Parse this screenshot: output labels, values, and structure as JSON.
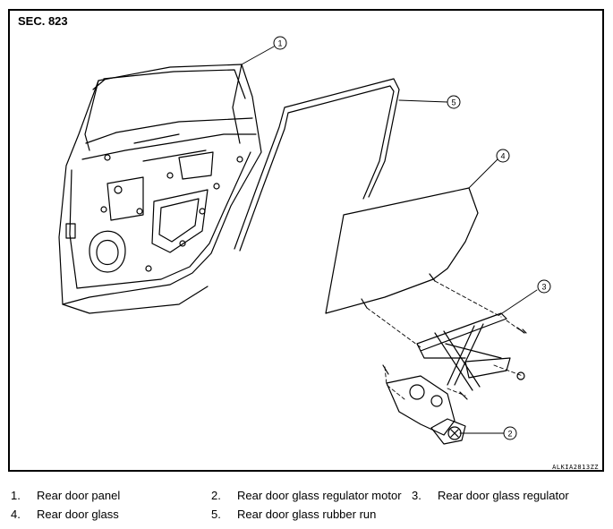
{
  "section_label": "SEC. 823",
  "figure_code": "ALKIA2813ZZ",
  "callouts": [
    "1",
    "2",
    "3",
    "4",
    "5"
  ],
  "legend": [
    {
      "num": "1.",
      "label": "Rear door panel"
    },
    {
      "num": "2.",
      "label": "Rear door glass regulator motor"
    },
    {
      "num": "3.",
      "label": "Rear door glass regulator"
    },
    {
      "num": "4.",
      "label": "Rear door glass"
    },
    {
      "num": "5.",
      "label": "Rear door glass rubber run"
    }
  ]
}
